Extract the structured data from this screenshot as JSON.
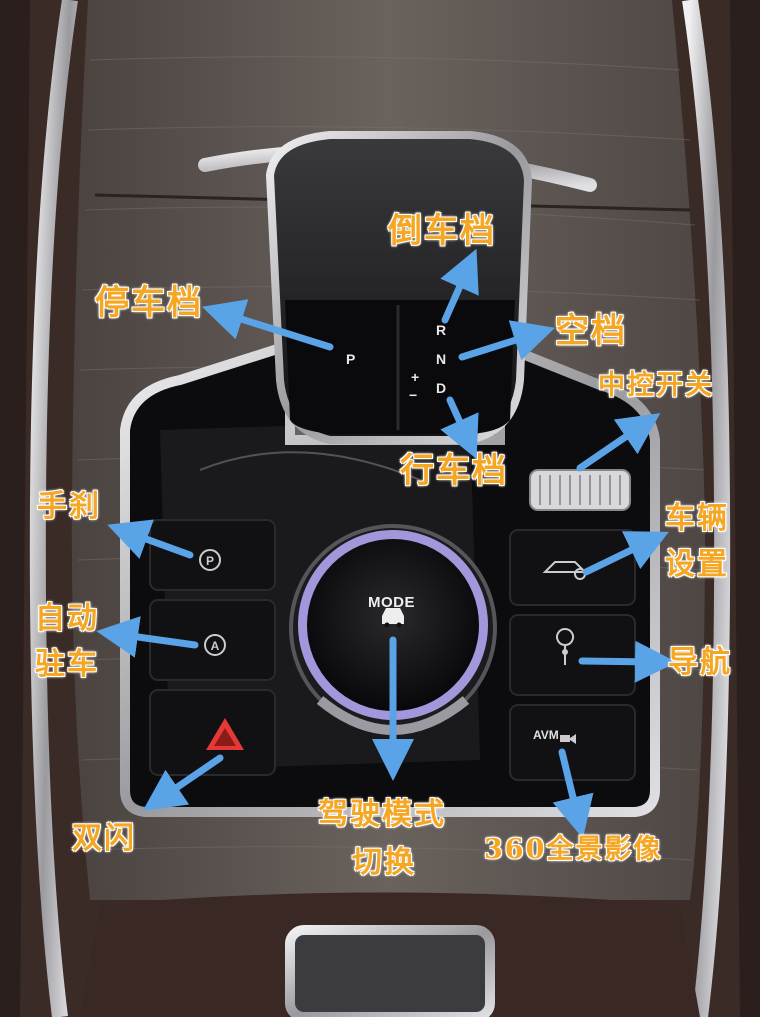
{
  "colors": {
    "label": "#f5a623",
    "arrow": "#5aa3e6",
    "wood": "#5c5450",
    "panel": "#0d0d0f",
    "ring": "#9b8fd8",
    "chrome": "#c9c9cc"
  },
  "gear_letters": {
    "r": "R",
    "n": "N",
    "d": "D",
    "p": "P",
    "plus": "+",
    "minus": "−"
  },
  "knob": {
    "mode": "MODE"
  },
  "avm_label": "AVM",
  "labels": {
    "reverse": "倒车档",
    "park": "停车档",
    "neutral": "空档",
    "drive": "行车档",
    "console_switch": "中控开关",
    "handbrake": "手刹",
    "vehicle_settings_1": "车辆",
    "vehicle_settings_2": "设置",
    "auto_hold_1": "自动",
    "auto_hold_2": "驻车",
    "navigation": "导航",
    "hazard": "双闪",
    "drive_mode_1": "驾驶模式",
    "drive_mode_2": "切换",
    "camera_360": "360全景影像"
  },
  "icons": [
    "handbrake-p-icon",
    "auto-hold-a-icon",
    "hazard-triangle-icon",
    "car-settings-icon",
    "location-pin-icon",
    "avm-camera-icon",
    "mode-car-icon"
  ]
}
